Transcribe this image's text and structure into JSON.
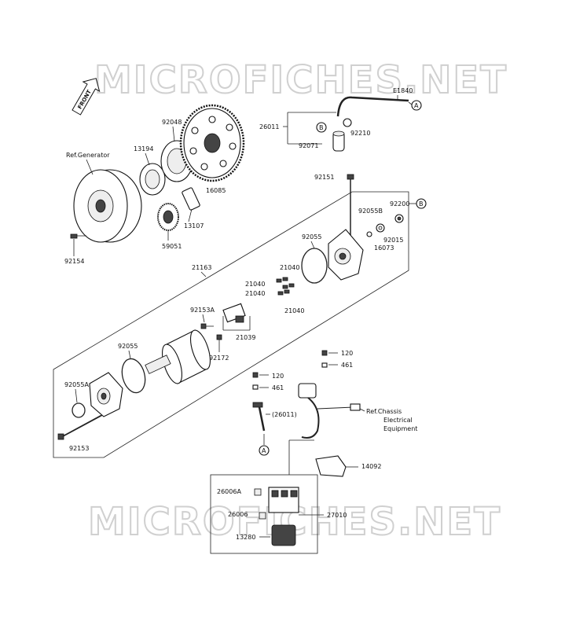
{
  "watermark": "MICROFICHES.NET",
  "front_arrow": "FRONT",
  "refs": {
    "generator": "Ref.Generator",
    "chassis_line1": "Ref.Chassis",
    "chassis_line2": "Electrical",
    "chassis_line3": "Equipment"
  },
  "callouts": {
    "A_top": "A",
    "B_top": "B",
    "B_right": "B",
    "A_bottom": "A"
  },
  "labels": {
    "l_92048": "92048",
    "l_13194": "13194",
    "l_16085": "16085",
    "l_13107": "13107",
    "l_59051": "59051",
    "l_92154": "92154",
    "l_E1840": "E1840",
    "l_26011": "26011",
    "l_92210": "92210",
    "l_92071": "92071",
    "l_92151": "92151",
    "l_92200": "92200",
    "l_92055B": "92055B",
    "l_16073": "16073",
    "l_92015": "92015",
    "l_92055_top": "92055",
    "l_21163": "21163",
    "l_21040_a": "21040",
    "l_21040_b": "21040",
    "l_21040_c": "21040",
    "l_21040_d": "21040",
    "l_92153A": "92153A",
    "l_92172": "92172",
    "l_21039": "21039",
    "l_92055_mid": "92055",
    "l_92055A": "92055A",
    "l_92153": "92153",
    "l_120_a": "120",
    "l_461_a": "461",
    "l_120_b": "120",
    "l_461_b": "461",
    "l_26011_paren": "(26011)",
    "l_14092": "14092",
    "l_26006A": "26006A",
    "l_26006": "26006",
    "l_27010": "27010",
    "l_13280": "13280"
  }
}
